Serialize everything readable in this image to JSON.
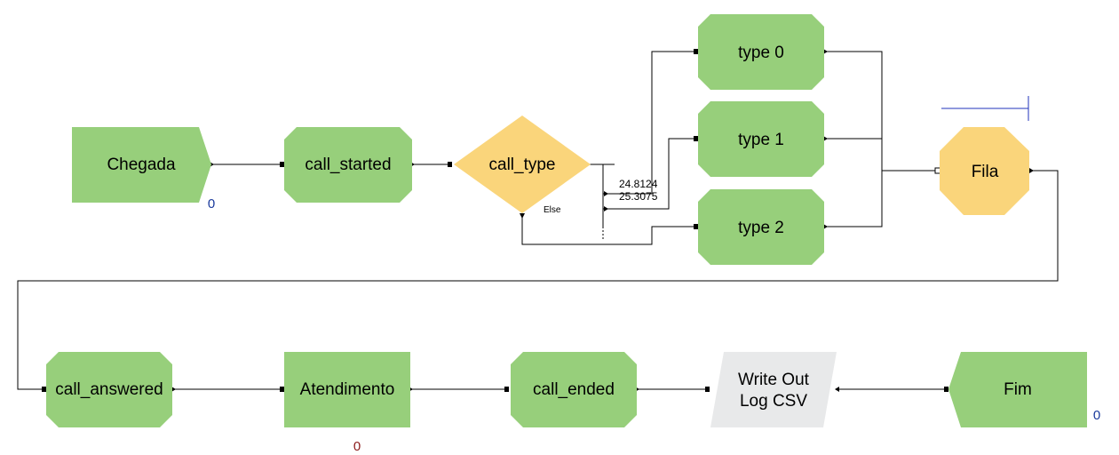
{
  "modules": {
    "chegada": {
      "label": "Chegada",
      "counter": "0"
    },
    "call_started": {
      "label": "call_started"
    },
    "call_type": {
      "label": "call_type",
      "branch_1": "24.8124",
      "branch_2": "25.3075",
      "else_label": "Else"
    },
    "type0": {
      "label": "type 0"
    },
    "type1": {
      "label": "type 1"
    },
    "type2": {
      "label": "type 2"
    },
    "fila": {
      "label": "Fila"
    },
    "call_answered": {
      "label": "call_answered"
    },
    "atendimento": {
      "label": "Atendimento",
      "counter": "0"
    },
    "call_ended": {
      "label": "call_ended"
    },
    "write_out": {
      "label_line1": "Write Out",
      "label_line2": "Log CSV"
    },
    "fim": {
      "label": "Fim",
      "counter": "0"
    }
  },
  "colors": {
    "green": "#97cf7b",
    "orange": "#fad57b",
    "gray": "#e8e9ea",
    "counter_blue": "#1a3a9c",
    "counter_red": "#8b1a1a",
    "queue_line": "#2233bb"
  }
}
